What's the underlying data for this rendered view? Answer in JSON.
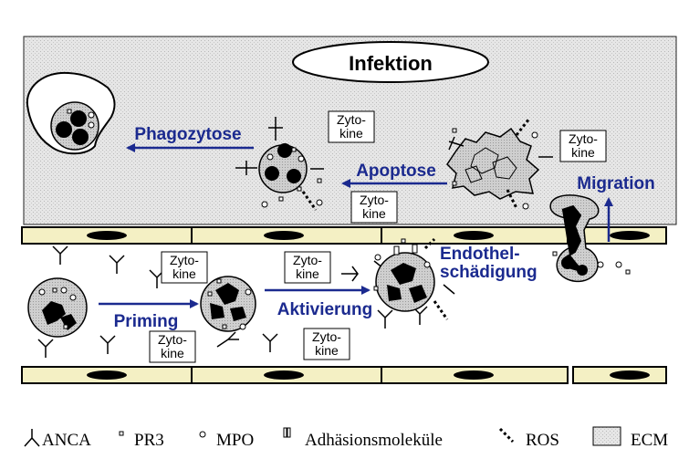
{
  "title": "Infektion",
  "processes": {
    "phagocytosis": "Phagozytose",
    "apoptosis": "Apoptose",
    "migration": "Migration",
    "endothelial_damage_line1": "Endothel-",
    "endothelial_damage_line2": "schädigung",
    "priming": "Priming",
    "activation": "Aktivierung"
  },
  "cytokine_label": {
    "line1": "Zyto-",
    "line2": "kine"
  },
  "legend": {
    "anca": "ANCA",
    "pr3": "PR3",
    "mpo": "MPO",
    "adhesion": "Adhäsionsmoleküle",
    "ros": "ROS",
    "ecm": "ECM"
  },
  "colors": {
    "arrow": "#1b2a8f",
    "ecm_fill": "#e4e4e4",
    "endothelium_fill": "#f4f0c4",
    "cell_fill": "#c8c8c8",
    "nucleus_fill": "#000000"
  }
}
